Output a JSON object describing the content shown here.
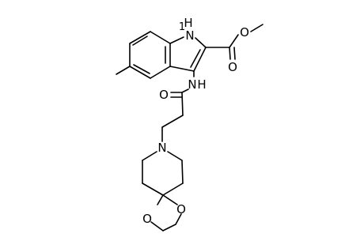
{
  "atom_labels": {
    "nh_indole": "N",
    "nh_indole_h": "H",
    "nh_indole_sub": "1",
    "nh_amide_n": "N",
    "nh_amide_h": "H",
    "o_carbonyl_ester": "O",
    "o_ester_ether": "O",
    "o_amide": "O",
    "n_piperidine": "N",
    "o_dioxolane_a": "O",
    "o_dioxolane_b": "O"
  },
  "colors": {
    "bond": "#000000",
    "label": "#000000",
    "background": "#ffffff"
  }
}
